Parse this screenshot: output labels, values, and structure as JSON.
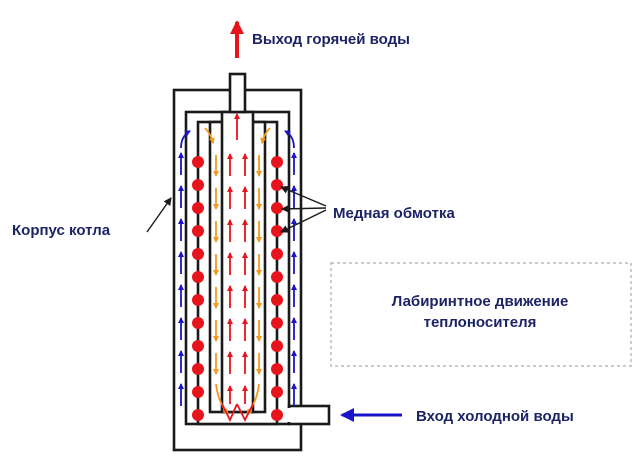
{
  "labels": {
    "hot_outlet": "Выход горячей воды",
    "copper_winding": "Медная обмотка",
    "boiler_body": "Корпус котла",
    "maze_line1": "Лабиринтное движение",
    "maze_line2": "теплоносителя",
    "cold_inlet": "Вход холодной воды"
  },
  "colors": {
    "outline": "#1a1a1a",
    "coil": "#e8141b",
    "label_text": "#1c2466",
    "arrow_blue": "#1a14c8",
    "arrow_orange": "#f39a1e",
    "arrow_red": "#e8141b",
    "note_border": "#9a9a9a"
  }
}
